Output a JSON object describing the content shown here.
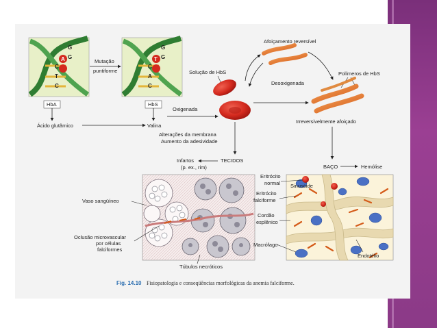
{
  "figure": {
    "caption_number": "Fig. 14.10",
    "caption_text": "Fisiopatologia e conseqüências morfológicas da anemia falciforme."
  },
  "dna": {
    "left_bases": [
      "C",
      "T",
      "C"
    ],
    "left_bases_right": [
      "G",
      "A",
      "G"
    ],
    "right_bases": [
      "C",
      "A",
      "C"
    ],
    "right_bases_right": [
      "G",
      "T",
      "G"
    ],
    "left_label": "HbA",
    "right_label": "HbS",
    "mutation_label_1": "Mutação",
    "mutation_label_2": "puntiforme"
  },
  "labels": {
    "glutamic": "Ácido glutâmico",
    "valine": "Valina",
    "oxygenated": "Oxigenada",
    "hbs_solution": "Solução de HbS",
    "reversible": "Afoiçamento reversível",
    "deoxygenated": "Desoxigenada",
    "polymers": "Polímeros de HbS",
    "irreversible": "Irreversivelmente afoiçado",
    "membrane_1": "Alterações da membrana",
    "membrane_2": "Aumento da adesividade",
    "infarcts": "Infartos",
    "tissues": "TECIDOS",
    "tissue_example": "(p. ex., rim)",
    "spleen": "BAÇO",
    "hemolysis": "Hemólise",
    "vessel": "Vaso sangüíneo",
    "occlusion_1": "Oclusão microvascular",
    "occlusion_2": "por células",
    "occlusion_3": "falciformes",
    "tubules": "Túbulos necróticos",
    "normal_rbc_1": "Eritrócito",
    "normal_rbc_2": "normal",
    "sickle_rbc_1": "Eritrócito",
    "sickle_rbc_2": "falciforme",
    "sinusoid": "Sinusóide",
    "cord_1": "Cordão",
    "cord_2": "esplênico",
    "macrophage": "Macrófago",
    "endothelium": "Endotélio"
  },
  "colors": {
    "purple_band": "#8b3a87",
    "rbc_red": "#d42a1e",
    "sickle_orange": "#e8702a",
    "dna_green": "#3a8a3a",
    "caption_blue": "#2a6db0"
  }
}
